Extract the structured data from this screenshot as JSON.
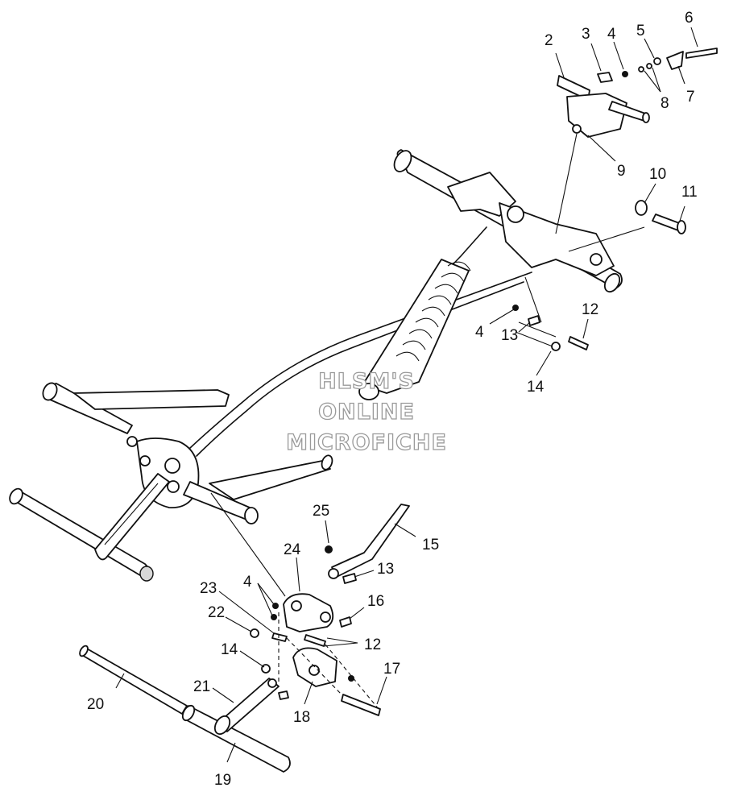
{
  "watermark": {
    "line1": "HLSM'S",
    "line2": "ONLINE",
    "line3": "MICROFICHE"
  },
  "callouts": [
    {
      "id": "c2",
      "label": "2"
    },
    {
      "id": "c3",
      "label": "3"
    },
    {
      "id": "c4a",
      "label": "4"
    },
    {
      "id": "c5",
      "label": "5"
    },
    {
      "id": "c6",
      "label": "6"
    },
    {
      "id": "c7",
      "label": "7"
    },
    {
      "id": "c8",
      "label": "8"
    },
    {
      "id": "c9",
      "label": "9"
    },
    {
      "id": "c10",
      "label": "10"
    },
    {
      "id": "c11",
      "label": "11"
    },
    {
      "id": "c12a",
      "label": "12"
    },
    {
      "id": "c4b",
      "label": "4"
    },
    {
      "id": "c13a",
      "label": "13"
    },
    {
      "id": "c14a",
      "label": "14"
    },
    {
      "id": "c15",
      "label": "15"
    },
    {
      "id": "c25",
      "label": "25"
    },
    {
      "id": "c24",
      "label": "24"
    },
    {
      "id": "c13b",
      "label": "13"
    },
    {
      "id": "c4c",
      "label": "4"
    },
    {
      "id": "c23",
      "label": "23"
    },
    {
      "id": "c16",
      "label": "16"
    },
    {
      "id": "c22",
      "label": "22"
    },
    {
      "id": "c12b",
      "label": "12"
    },
    {
      "id": "c14b",
      "label": "14"
    },
    {
      "id": "c17",
      "label": "17"
    },
    {
      "id": "c20",
      "label": "20"
    },
    {
      "id": "c21",
      "label": "21"
    },
    {
      "id": "c18",
      "label": "18"
    },
    {
      "id": "c19",
      "label": "19"
    }
  ]
}
